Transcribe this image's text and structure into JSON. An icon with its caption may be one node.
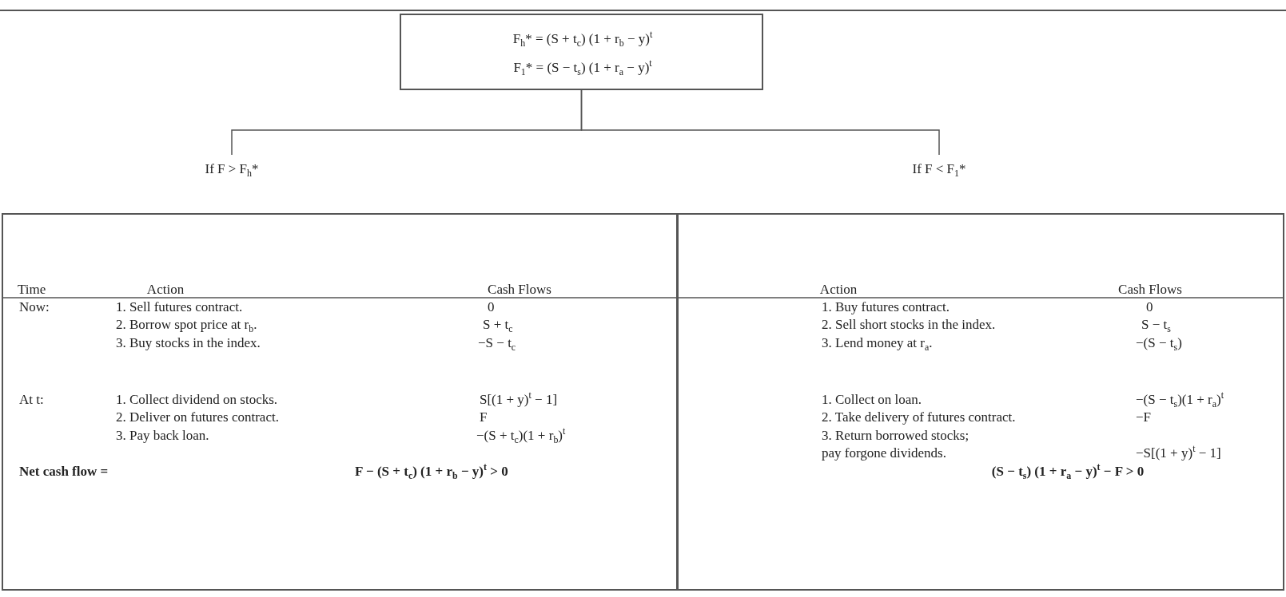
{
  "diagram": {
    "nodes": [
      {
        "text": [
          "F$_{h}$* = (S + t$_{c}$) (1 + r$_{b}$ − y)$^{t}$",
          "F$_{1}$* = (S − t$_{s}$) (1 + r$_{a}$ − y)$^{t}$"
        ]
      },
      {
        "text": [
          "If F > F$_{h}$*"
        ]
      },
      {
        "text": [
          "If F < F$_{1}$*"
        ]
      },
      {
        "text": [
          "Time",
          "Action",
          "Cash Flows",
          "Now:",
          "1. Sell futures contract.",
          "0",
          "2. Borrow spot price at r$_{b}$.",
          "S + t$_{c}$",
          "3. Buy stocks in the index.",
          "−S − t$_{c}$",
          "At t:",
          "1. Collect dividend on stocks.",
          "S[(1 + y)$^{t}$ − 1]",
          "2. Deliver on futures contract.",
          "F",
          "3. Pay back loan.",
          "−(S + t$_{c}$)(1 + r$_{b}$)$^{t}$",
          "Net cash flow =",
          "F − (S + t$_{c}$) (1 + r$_{b}$ − y)$^{t}$ > 0"
        ]
      },
      {
        "text": [
          "Action",
          "Cash Flows",
          "1. Buy futures contract.",
          "0",
          "2. Sell short stocks in the index.",
          "S − t$_{s}$",
          "3. Lend money at r$_{a}$.",
          "−(S − t$_{s}$)",
          "1. Collect on loan.",
          "−(S − t$_{s}$)(1 + r$_{a}$)$^{t}$",
          "2. Take delivery of futures contract.",
          "−F",
          "3. Return borrowed stocks; pay forgone dividends.",
          "−S[(1 + y)$^{t}$ − 1]",
          "(S − t$_{s}$) (1 + r$_{a}$ − y)$^{t}$ − F > 0"
        ]
      }
    ],
    "edges": [
      {
        "from": 0,
        "to": 1,
        "arrow": "none"
      },
      {
        "from": 0,
        "to": 2,
        "arrow": "none"
      }
    ]
  }
}
